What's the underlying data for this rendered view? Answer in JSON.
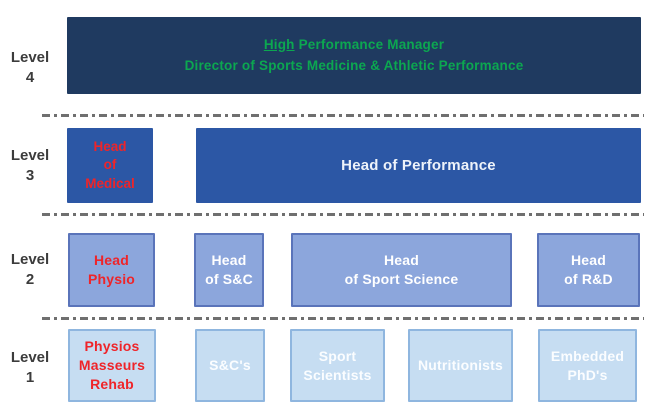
{
  "palette": {
    "navy": "#1f3a60",
    "mid_blue": "#2c57a5",
    "periwinkle": "#8ca6dc",
    "light_blue": "#c6ddf2",
    "green_text": "#0ca750",
    "red_text": "#ef2429",
    "label_gray": "#3c3c3c",
    "dash_gray": "#6f6f6f"
  },
  "level_labels": [
    {
      "word": "Level",
      "num": "4"
    },
    {
      "word": "Level",
      "num": "3"
    },
    {
      "word": "Level",
      "num": "2"
    },
    {
      "word": "Level",
      "num": "1"
    }
  ],
  "level4": {
    "title_underlined": "High",
    "title_rest": "Performance Manager",
    "subtitle": "Director of Sports Medicine & Athletic Performance"
  },
  "level3": {
    "medical_lines": [
      "Head",
      "of",
      "Medical"
    ],
    "performance": "Head of Performance"
  },
  "level2": {
    "physio_lines": [
      "Head",
      "Physio"
    ],
    "sc_lines": [
      "Head",
      "of S&C"
    ],
    "sport_lines": [
      "Head",
      "of Sport Science"
    ],
    "rd_lines": [
      "Head",
      "of R&D"
    ]
  },
  "level1": {
    "physios_lines": [
      "Physios",
      "Masseurs",
      "Rehab"
    ],
    "sc": "S&C's",
    "sport_lines": [
      "Sport",
      "Scientists"
    ],
    "nutritionists": "Nutritionists",
    "phd_lines": [
      "Embedded",
      "PhD's"
    ]
  }
}
